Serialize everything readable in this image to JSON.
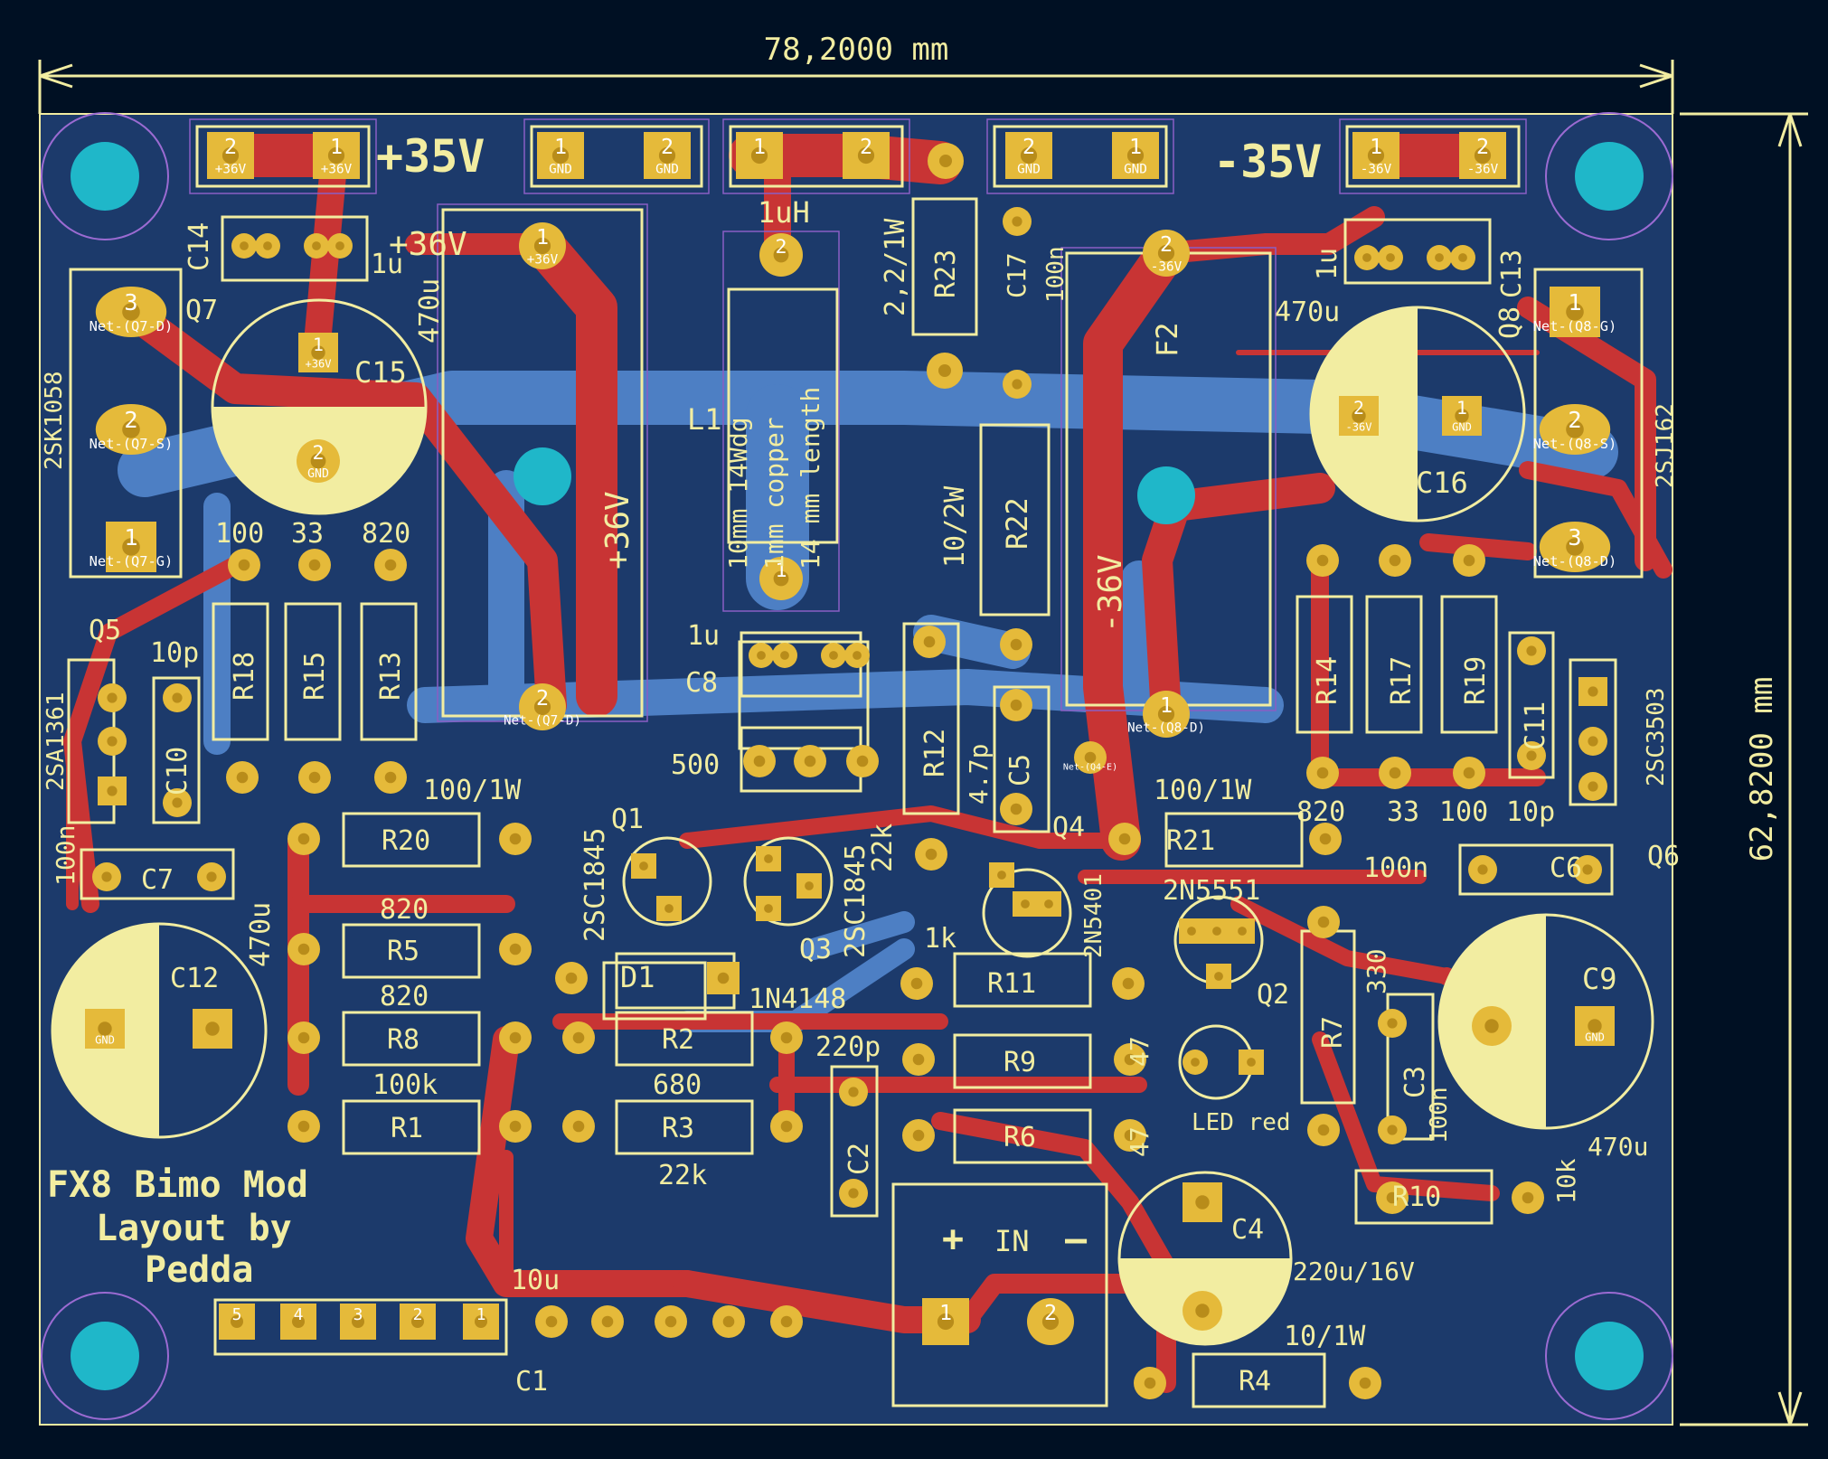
{
  "board": {
    "bg_color": "#001023",
    "board_color": "#1c3a6b",
    "front_copper": "#c83434",
    "back_copper": "#4d7fc4",
    "silkscreen": "#f2eda1",
    "pad_color": "#e5ba3a",
    "hole_color": "#1fb7c9"
  },
  "dimensions": {
    "width": "78,2000  mm",
    "height": "62,8200  mm"
  },
  "credits": {
    "line1": "FX8 Bimo Mod",
    "line2": "Layout by",
    "line3": "Pedda"
  },
  "power": {
    "pos": "+35V",
    "neg": "-35V",
    "rail_pos": "+36V",
    "rail_neg": "-36V"
  },
  "connector_labels": {
    "plus": "+",
    "in": "IN",
    "minus": "–"
  },
  "inductor_note": {
    "line1": "10mm 14Wdg",
    "line2": "1mm copper",
    "line3": "14 mm length"
  },
  "labels": [
    {
      "id": "c14",
      "text": "C14"
    },
    {
      "id": "c14v",
      "text": "1u"
    },
    {
      "id": "q7",
      "text": "Q7"
    },
    {
      "id": "q7p",
      "text": "2SK1058"
    },
    {
      "id": "c15",
      "text": "C15"
    },
    {
      "id": "c15v",
      "text": "470u"
    },
    {
      "id": "l1u",
      "text": "1uH"
    },
    {
      "id": "l1",
      "text": "L1"
    },
    {
      "id": "r23",
      "text": "R23"
    },
    {
      "id": "r23v",
      "text": "2,2/1W"
    },
    {
      "id": "c17",
      "text": "C17"
    },
    {
      "id": "c17v",
      "text": "100n"
    },
    {
      "id": "f2",
      "text": "F2"
    },
    {
      "id": "c13",
      "text": "C13"
    },
    {
      "id": "c13v",
      "text": "1u"
    },
    {
      "id": "q8",
      "text": "Q8"
    },
    {
      "id": "q8p",
      "text": "2SJ162"
    },
    {
      "id": "c16",
      "text": "C16"
    },
    {
      "id": "c16v",
      "text": "470u"
    },
    {
      "id": "r22",
      "text": "R22"
    },
    {
      "id": "r22v",
      "text": "10/2W"
    },
    {
      "id": "v100",
      "text": "100"
    },
    {
      "id": "v33",
      "text": "33"
    },
    {
      "id": "v820",
      "text": "820"
    },
    {
      "id": "q5",
      "text": "Q5"
    },
    {
      "id": "q5p",
      "text": "2SA1361"
    },
    {
      "id": "c10v",
      "text": "10p"
    },
    {
      "id": "c10",
      "text": "C10"
    },
    {
      "id": "r18",
      "text": "R18"
    },
    {
      "id": "r15",
      "text": "R15"
    },
    {
      "id": "r13",
      "text": "R13"
    },
    {
      "id": "c8",
      "text": "C8"
    },
    {
      "id": "c8v",
      "text": "1u"
    },
    {
      "id": "v500",
      "text": "500"
    },
    {
      "id": "r12",
      "text": "R12"
    },
    {
      "id": "c5",
      "text": "C5"
    },
    {
      "id": "c5v",
      "text": "4.7p"
    },
    {
      "id": "r14",
      "text": "R14"
    },
    {
      "id": "r17",
      "text": "R17"
    },
    {
      "id": "r19",
      "text": "R19"
    },
    {
      "id": "c11",
      "text": "C11"
    },
    {
      "id": "q6p",
      "text": "2SC3503"
    },
    {
      "id": "q6",
      "text": "Q6"
    },
    {
      "id": "r20v",
      "text": "100/1W"
    },
    {
      "id": "r20",
      "text": "R20"
    },
    {
      "id": "q1",
      "text": "Q1"
    },
    {
      "id": "q1p",
      "text": "2SC1845"
    },
    {
      "id": "q3p",
      "text": "2SC1845"
    },
    {
      "id": "q3",
      "text": "Q3"
    },
    {
      "id": "q4",
      "text": "Q4"
    },
    {
      "id": "q4p",
      "text": "2N5401"
    },
    {
      "id": "r21v",
      "text": "100/1W"
    },
    {
      "id": "r21",
      "text": "R21"
    },
    {
      "id": "v820b",
      "text": "820"
    },
    {
      "id": "v33b",
      "text": "33"
    },
    {
      "id": "v100b",
      "text": "100"
    },
    {
      "id": "v10pb",
      "text": "10p"
    },
    {
      "id": "c7v",
      "text": "100n"
    },
    {
      "id": "c7",
      "text": "C7"
    },
    {
      "id": "c6v",
      "text": "100n"
    },
    {
      "id": "c6",
      "text": "C6"
    },
    {
      "id": "r5v",
      "text": "820"
    },
    {
      "id": "r5",
      "text": "R5"
    },
    {
      "id": "c12",
      "text": "C12"
    },
    {
      "id": "c12v",
      "text": "470u"
    },
    {
      "id": "r8v",
      "text": "820"
    },
    {
      "id": "r8",
      "text": "R8"
    },
    {
      "id": "d1",
      "text": "D1"
    },
    {
      "id": "d1p",
      "text": "1N4148"
    },
    {
      "id": "r11v",
      "text": "1k"
    },
    {
      "id": "r11",
      "text": "R11"
    },
    {
      "id": "r9",
      "text": "R9"
    },
    {
      "id": "q2p",
      "text": "2N5551"
    },
    {
      "id": "q2",
      "text": "Q2"
    },
    {
      "id": "r1v",
      "text": "100k"
    },
    {
      "id": "r1",
      "text": "R1"
    },
    {
      "id": "r2",
      "text": "R2"
    },
    {
      "id": "c2v",
      "text": "220p"
    },
    {
      "id": "r3v",
      "text": "680"
    },
    {
      "id": "r3",
      "text": "R3"
    },
    {
      "id": "c2",
      "text": "C2"
    },
    {
      "id": "r6",
      "text": "R6"
    },
    {
      "id": "v47a",
      "text": "47"
    },
    {
      "id": "v47b",
      "text": "47"
    },
    {
      "id": "led",
      "text": "LED red"
    },
    {
      "id": "r7",
      "text": "R7"
    },
    {
      "id": "r7v",
      "text": "330"
    },
    {
      "id": "c3",
      "text": "C3"
    },
    {
      "id": "c3v",
      "text": "100n"
    },
    {
      "id": "c9",
      "text": "C9"
    },
    {
      "id": "c9v",
      "text": "470u"
    },
    {
      "id": "r3b",
      "text": "22k"
    },
    {
      "id": "r12v",
      "text": "22k"
    },
    {
      "id": "c4",
      "text": "C4"
    },
    {
      "id": "c4v",
      "text": "220u/16V"
    },
    {
      "id": "r10",
      "text": "R10"
    },
    {
      "id": "r10v",
      "text": "10k"
    },
    {
      "id": "c1v",
      "text": "10u"
    },
    {
      "id": "c1",
      "text": "C1"
    },
    {
      "id": "r4v",
      "text": "10/1W"
    },
    {
      "id": "r4",
      "text": "R4"
    }
  ],
  "pad_labels": {
    "p36": "+36V",
    "gnd": "GND",
    "n36": "-36V",
    "q7d": "Net-(Q7-D)",
    "q7s": "Net-(Q7-S)",
    "q7g": "Net-(Q7-G)",
    "q8g": "Net-(Q8-G)",
    "q8s": "Net-(Q8-S)",
    "q8d": "Net-(Q8-D)",
    "q4e": "Net-(Q4-E)"
  }
}
